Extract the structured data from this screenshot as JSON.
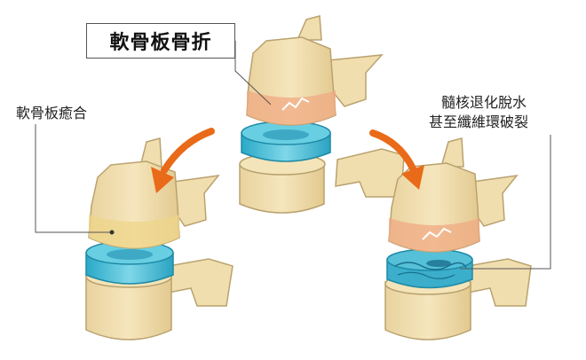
{
  "labels": {
    "top": "軟骨板骨折",
    "left": "軟骨板癒合",
    "right_line1": "髓核退化脫水",
    "right_line2": "甚至纖維環破裂"
  },
  "colors": {
    "bone": "#f1deaf",
    "bone_outline": "#b9a26e",
    "disc": "#5ec9dd",
    "disc_dark": "#2a9fbd",
    "arrow": "#e96a18",
    "fracture_tint": "#f0a983",
    "healed_tint": "#eed58a"
  }
}
